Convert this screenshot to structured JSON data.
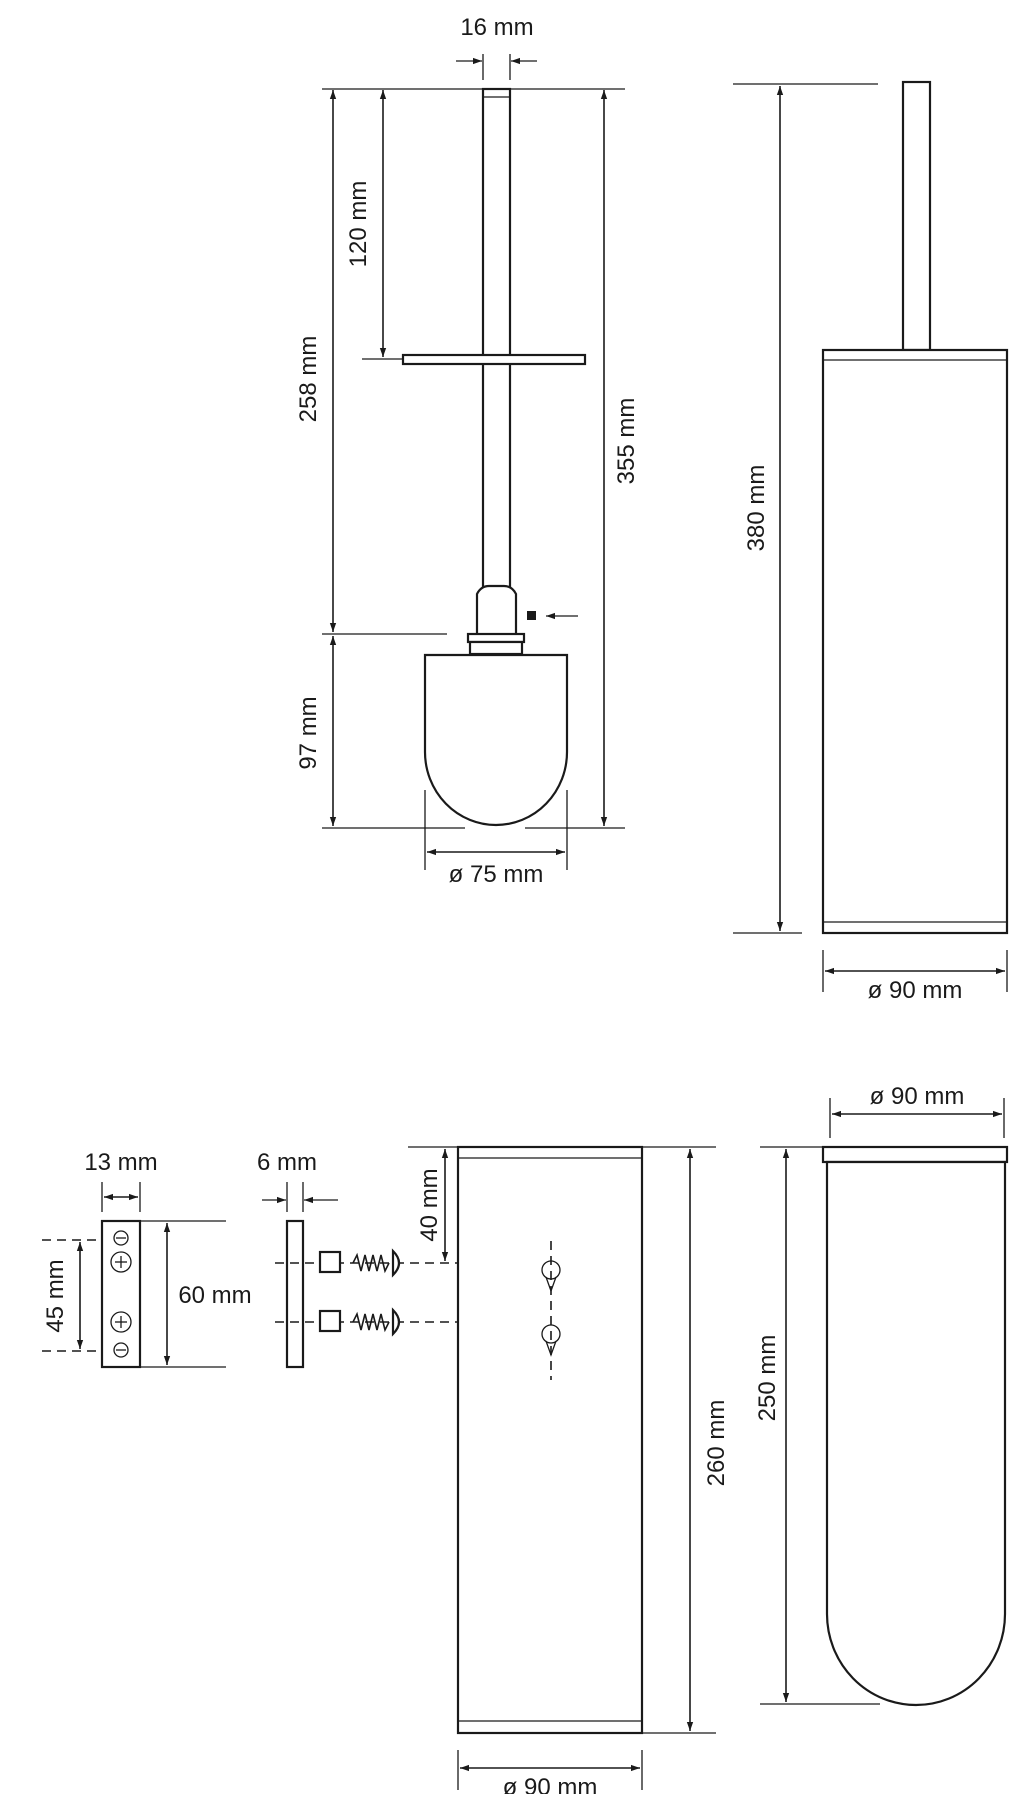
{
  "dimensions": {
    "stem_diameter": "16 mm",
    "handle_to_disc": "120 mm",
    "brush_upper_length": "258 mm",
    "brush_total_length": "355 mm",
    "brush_head_height": "97 mm",
    "brush_head_diameter": "ø 75 mm",
    "assembled_height": "380 mm",
    "assembled_diameter": "ø 90 mm",
    "bracket_thickness": "13 mm",
    "hole_spacing": "45 mm",
    "bracket_height": "60 mm",
    "plate_thickness": "6 mm",
    "hole_offset_top": "40 mm",
    "container_height": "260 mm",
    "container_diameter": "ø 90 mm",
    "insert_height": "250 mm",
    "insert_diameter": "ø 90 mm"
  }
}
